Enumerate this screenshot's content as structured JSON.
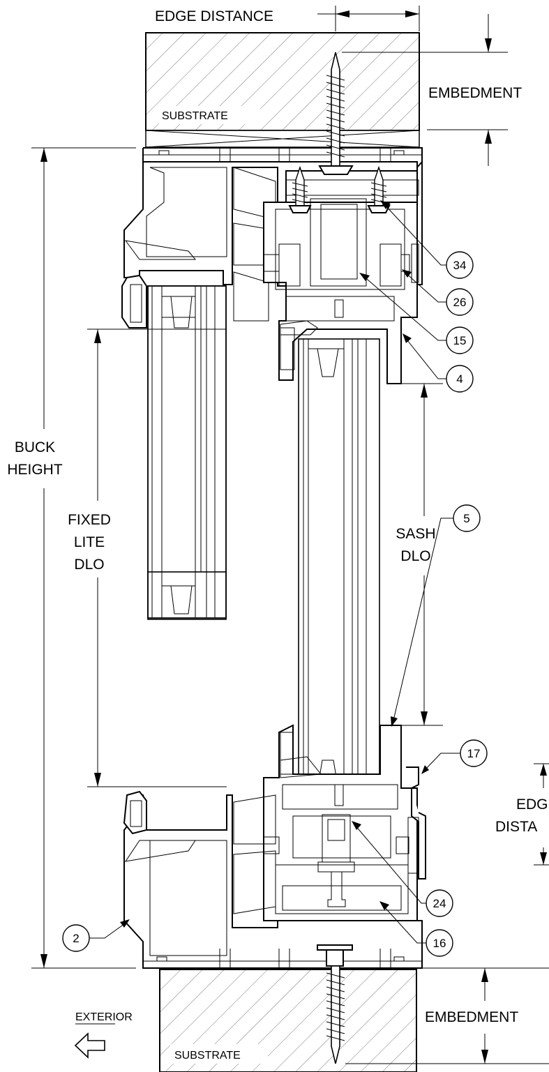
{
  "labels": {
    "edge_distance_top": "EDGE DISTANCE",
    "embedment_top": "EMBEDMENT",
    "substrate_top": "SUBSTRATE",
    "buck_height_1": "BUCK",
    "buck_height_2": "HEIGHT",
    "fixed_lite_1": "FIXED",
    "fixed_lite_2": "LITE",
    "fixed_lite_3": "DLO",
    "sash_dlo_1": "SASH",
    "sash_dlo_2": "DLO",
    "edge_distance_right_1": "EDG",
    "edge_distance_right_2": "DISTA",
    "exterior": "EXTERIOR",
    "embedment_bottom": "EMBEDMENT",
    "substrate_bottom": "SUBSTRATE"
  },
  "callouts": [
    "34",
    "26",
    "15",
    "4",
    "5",
    "17",
    "24",
    "16",
    "2"
  ]
}
